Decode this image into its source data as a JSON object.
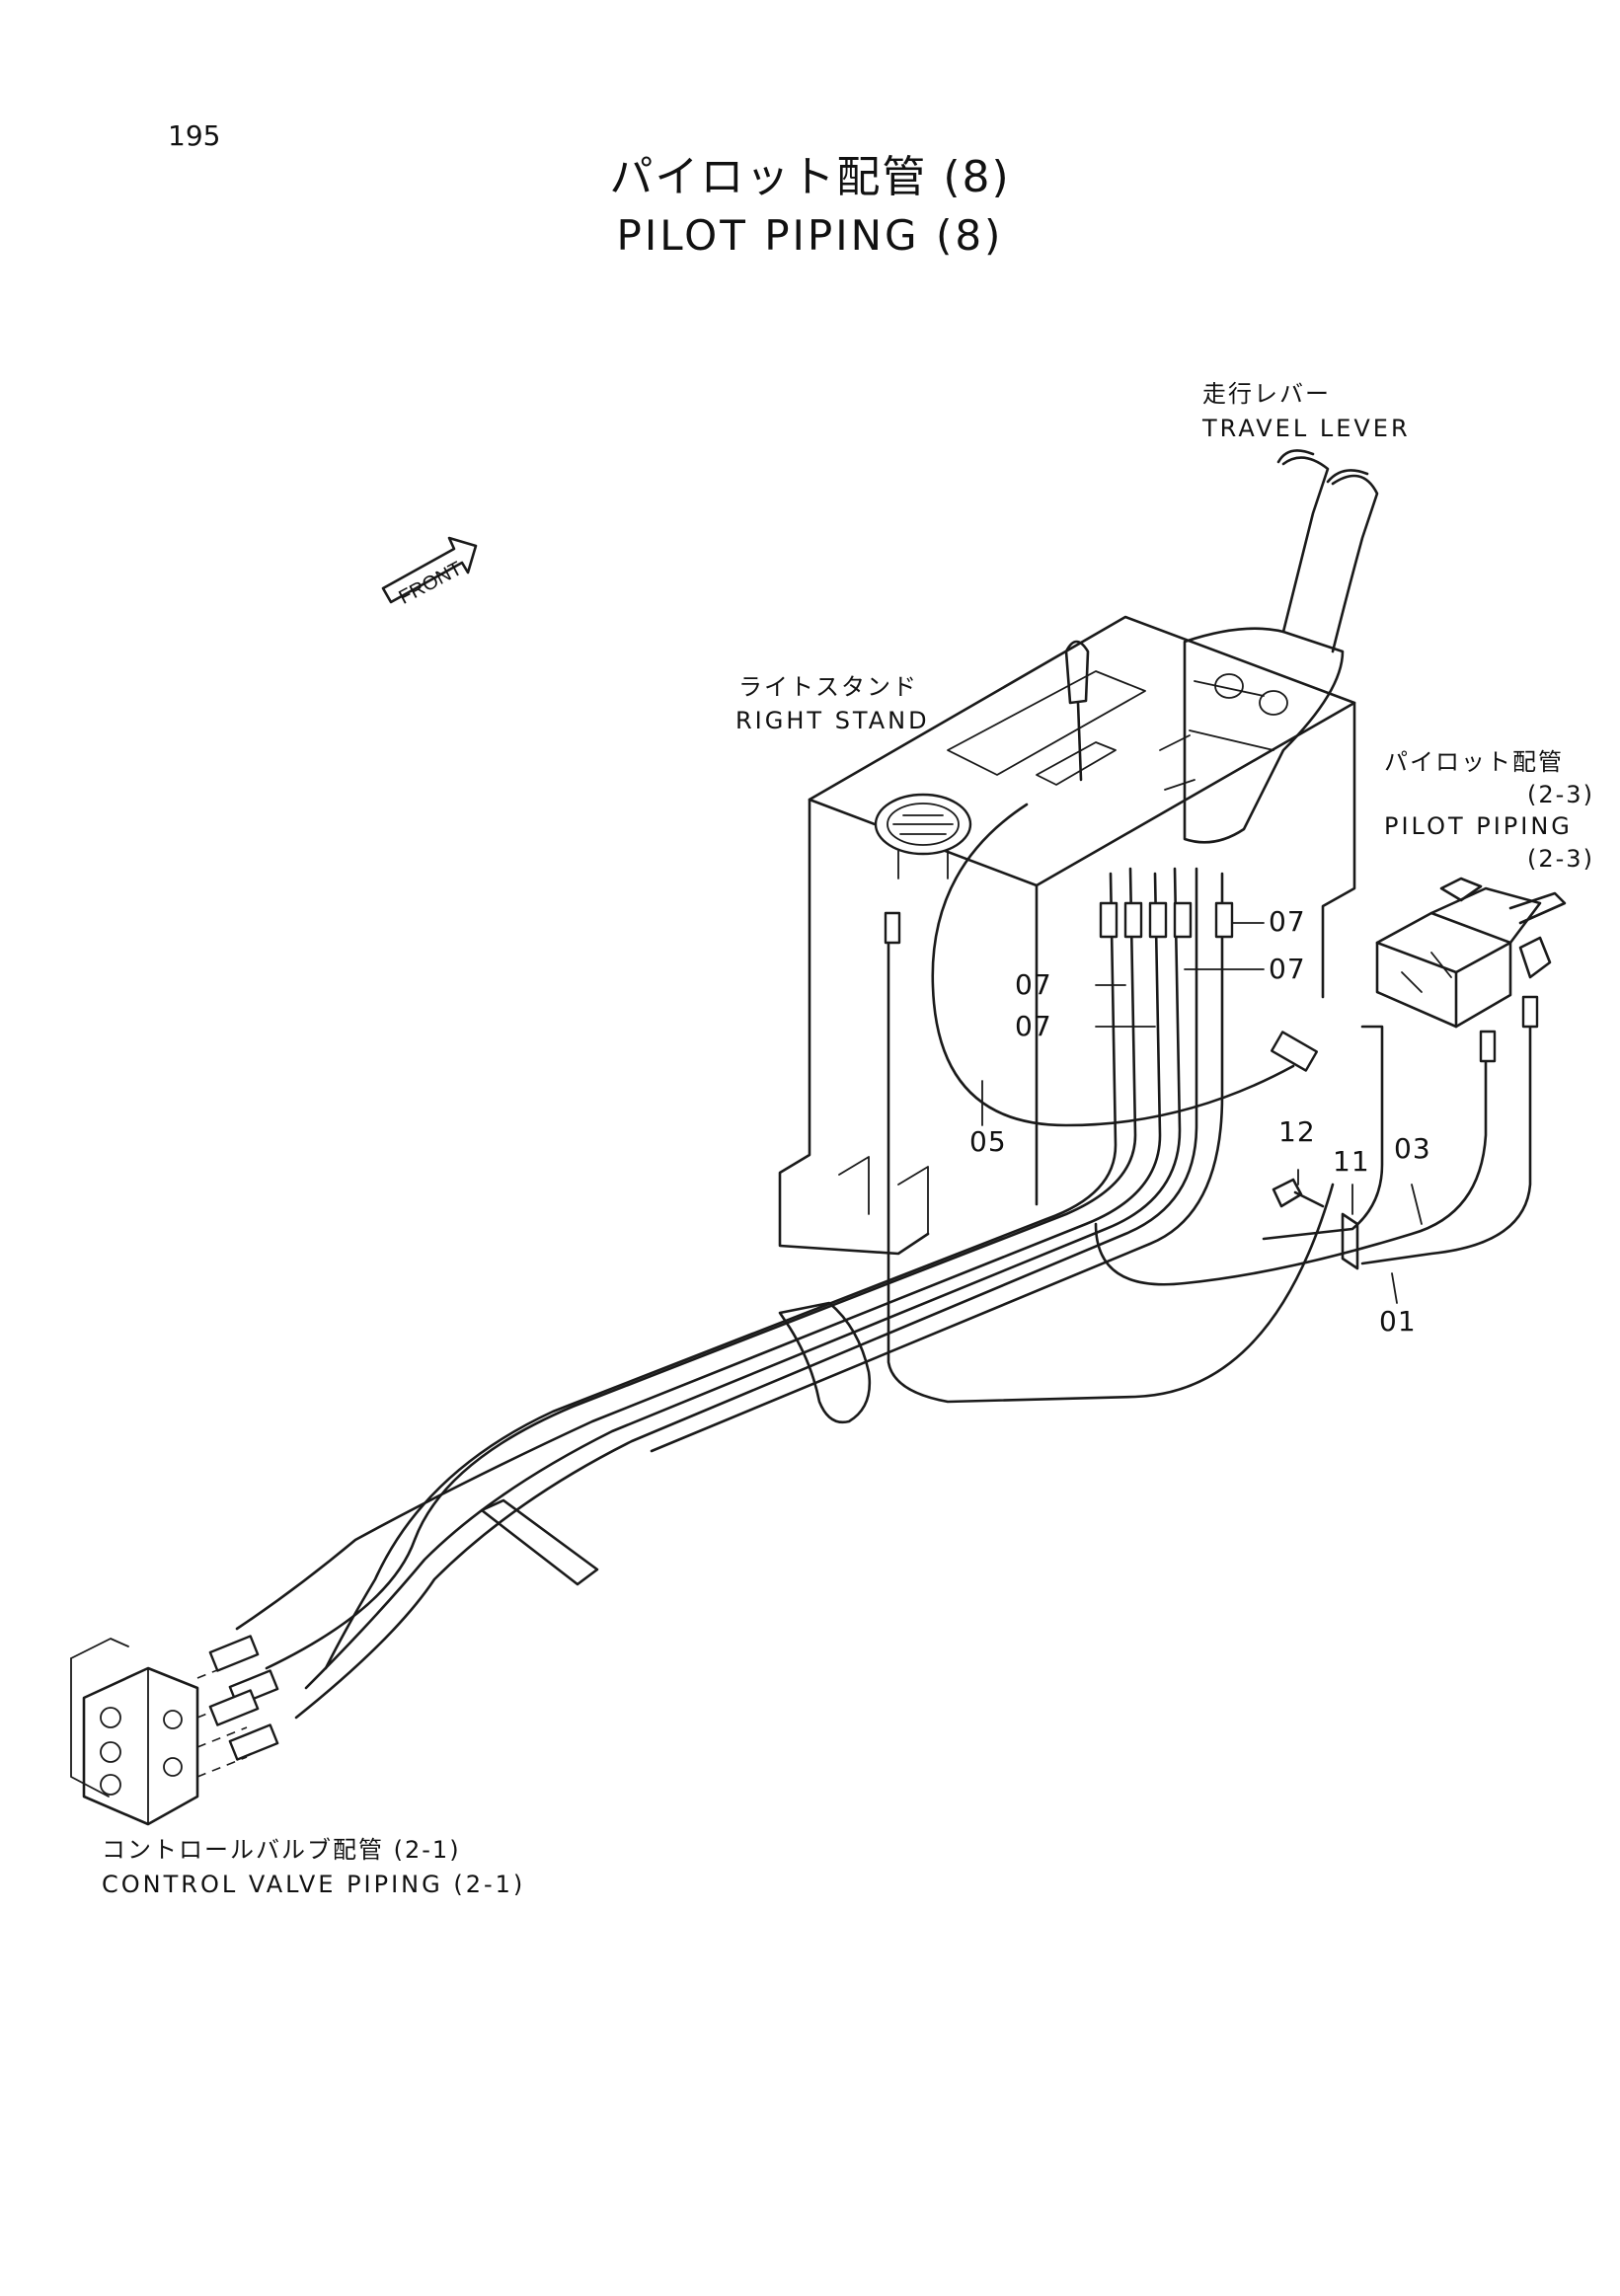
{
  "page_number": "195",
  "title": {
    "jp": "パイロット配管 (8)",
    "en": "PILOT PIPING (8)"
  },
  "front_tag": "FRONT",
  "callouts": {
    "travel_lever": {
      "jp": "走行レバー",
      "en": "TRAVEL LEVER"
    },
    "right_stand": {
      "jp": "ライトスタンド",
      "en": "RIGHT STAND"
    },
    "pilot_piping": {
      "jp": "パイロット配管",
      "ref1": "(2-3)",
      "en": "PILOT PIPING",
      "ref2": "(2-3)"
    },
    "control_valve": {
      "jp": "コントロールバルブ配管 (2-1)",
      "en": "CONTROL VALVE PIPING (2-1)"
    }
  },
  "part_numbers": {
    "p07a": "07",
    "p07b": "07",
    "p07c": "07",
    "p07d": "07",
    "p05": "05",
    "p12": "12",
    "p11": "11",
    "p03": "03",
    "p01": "01"
  }
}
